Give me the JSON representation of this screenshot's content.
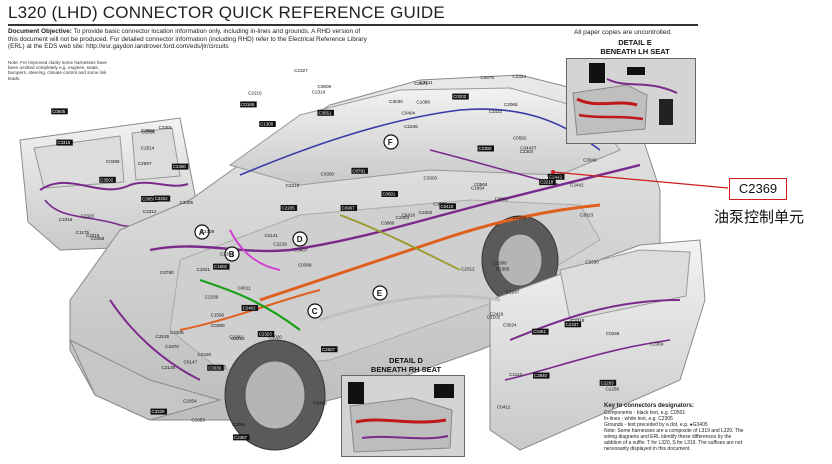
{
  "header": {
    "title": "L320 (LHD) CONNECTOR QUICK REFERENCE GUIDE",
    "uncontrolled_note": "All paper copies are uncontrolled."
  },
  "objective": {
    "label": "Document Objective:",
    "text": "To provide basic connector location information only, including in-lines and grounds. A RHD version of this document will not be produced. For detailed connector information (including RHD) refer to the Electrical Reference Library (ERL) at the EDS web site:",
    "url": "http://esr.gaydon.landrover.ford.com/eds/jlr/circuits"
  },
  "small_note": "Note: For improved clarity some harnesses have been omitted completely e.g. engines, seats, bumpers, steering, climate control and some link leads.",
  "details": {
    "e_title": "DETAIL E\nBENEATH LH SEAT",
    "d_title": "DETAIL D\nBENEATH RH SEAT"
  },
  "callout": {
    "code": "C2369",
    "label": "油泵控制单元",
    "color": "#d21b1b"
  },
  "legend": {
    "title": "Key to connectors designators:",
    "lines": [
      "Components - black text, e.g. C0501",
      "In-lines - white text, e.g. C2305",
      "Grounds - text preceded by a dot, e.g. ●G3405",
      "Note: Some harnesses are a composite of L319 and L320. The wiring diagrams and ERL identify these differences by the addition of a suffix: T for L320, S for L319. The suffixes are not necessarily displayed in this document."
    ]
  },
  "zone_letters": [
    "A",
    "B",
    "C",
    "D",
    "E",
    "F"
  ],
  "connector_labels": [
    "C1096",
    "C3315",
    "C1021",
    "C0309",
    "C3443T",
    "C2840",
    "C3020",
    "C3011",
    "C2504",
    "C1602",
    "C3350",
    "C3023",
    "C3024",
    "C2607",
    "C3030",
    "C2514",
    "C2515",
    "C0501",
    "C0582",
    "C1113",
    "C1125",
    "C1300",
    "C1175",
    "C3309",
    "C2302",
    "C2442",
    "C2247",
    "C2213",
    "C2216",
    "C3059",
    "C2218",
    "C3060",
    "C3061",
    "C2337",
    "C2420",
    "C2324",
    "C2320",
    "C2323",
    "C2300",
    "C1860",
    "C2330",
    "C3030",
    "C2319",
    "C2312",
    "C2305",
    "C2205",
    "C2304",
    "C0412",
    "C3054",
    "C0202",
    "C2316",
    "C2141",
    "C2216",
    "C2218",
    "C2258",
    "C1653",
    "C2327",
    "C0605",
    "C1560",
    "C0564",
    "C2065",
    "C3451",
    "C2126",
    "C0609",
    "C3301",
    "C3302",
    "C3303",
    "C3322",
    "C3318",
    "C3320",
    "C0404",
    "C0458",
    "C0011",
    "C0967",
    "C3085",
    "C2305",
    "C0147",
    "C0165",
    "C0490",
    "C0390",
    "C0416",
    "C0410",
    "C0346",
    "C0409",
    "C2345",
    "C2360",
    "C2339",
    "C2312",
    "C2262",
    "C2263",
    "C2292",
    "C3474",
    "C2597",
    "C2402",
    "C2403",
    "C2442",
    "C2419",
    "C2387",
    "C3476",
    "C2396",
    "C0780",
    "C0781",
    "C3046",
    "C2101",
    "C2054",
    "C3551",
    "C3315",
    "C2301",
    "C1654",
    "C2300",
    "C2369",
    "C2370",
    "C0571",
    "C3502",
    "C3405",
    "C3407"
  ]
}
